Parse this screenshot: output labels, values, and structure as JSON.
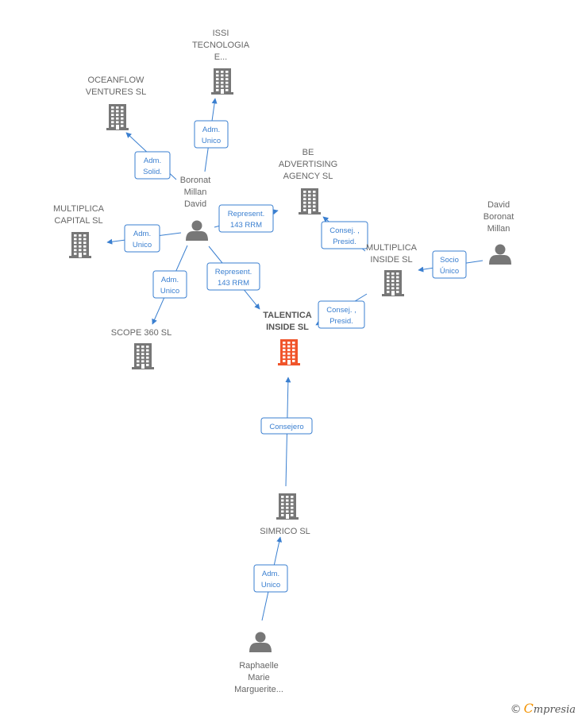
{
  "colors": {
    "edge": "#3a7fd0",
    "node": "#777777",
    "focus": "#f0542a"
  },
  "nodes": [
    {
      "id": "issi",
      "kind": "company",
      "lines": [
        "ISSI",
        "TECNOLOGIA",
        "E..."
      ]
    },
    {
      "id": "oceanflow",
      "kind": "company",
      "lines": [
        "OCEANFLOW",
        "VENTURES  SL"
      ]
    },
    {
      "id": "be",
      "kind": "company",
      "lines": [
        "BE",
        "ADVERTISING",
        "AGENCY  SL"
      ]
    },
    {
      "id": "boronat",
      "kind": "person",
      "lines": [
        "Boronat",
        "Millan",
        "David"
      ]
    },
    {
      "id": "multcap",
      "kind": "company",
      "lines": [
        "MULTIPLICA",
        "CAPITAL  SL"
      ]
    },
    {
      "id": "david",
      "kind": "person",
      "lines": [
        "David",
        "Boronat",
        "Millan"
      ]
    },
    {
      "id": "multins",
      "kind": "company",
      "lines": [
        "MULTIPLICA",
        "INSIDE SL"
      ]
    },
    {
      "id": "scope",
      "kind": "company",
      "lines": [
        "SCOPE 360  SL"
      ]
    },
    {
      "id": "talentica",
      "kind": "company",
      "focus": true,
      "lines": [
        "TALENTICA",
        "INSIDE  SL"
      ]
    },
    {
      "id": "simrico",
      "kind": "company",
      "lines": [
        "SIMRICO  SL"
      ]
    },
    {
      "id": "raphaelle",
      "kind": "person",
      "lines": [
        "Raphaelle",
        "Marie",
        "Marguerite..."
      ]
    }
  ],
  "edges": [
    {
      "from": "boronat",
      "to": "issi",
      "lines": [
        "Adm.",
        "Unico"
      ]
    },
    {
      "from": "boronat",
      "to": "oceanflow",
      "lines": [
        "Adm.",
        "Solid."
      ]
    },
    {
      "from": "boronat",
      "to": "be",
      "lines": [
        "Represent.",
        "143 RRM"
      ]
    },
    {
      "from": "boronat",
      "to": "multcap",
      "lines": [
        "Adm.",
        "Unico"
      ]
    },
    {
      "from": "boronat",
      "to": "scope",
      "lines": [
        "Adm.",
        "Unico"
      ]
    },
    {
      "from": "boronat",
      "to": "talentica",
      "lines": [
        "Represent.",
        "143 RRM"
      ]
    },
    {
      "from": "multins",
      "to": "be",
      "lines": [
        "Consej. ,",
        "Presid."
      ]
    },
    {
      "from": "multins",
      "to": "talentica",
      "lines": [
        "Consej. ,",
        "Presid."
      ]
    },
    {
      "from": "david",
      "to": "multins",
      "lines": [
        "Socio",
        "Único"
      ]
    },
    {
      "from": "simrico",
      "to": "talentica",
      "lines": [
        "Consejero"
      ]
    },
    {
      "from": "raphaelle",
      "to": "simrico",
      "lines": [
        "Adm.",
        "Unico"
      ]
    }
  ],
  "brand": {
    "copyright": "©",
    "first": "C",
    "rest": "mpresia"
  }
}
